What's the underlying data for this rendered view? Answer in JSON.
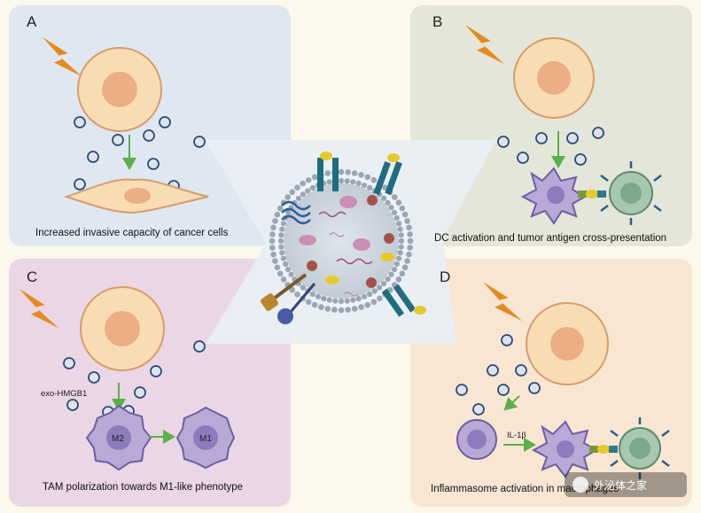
{
  "panels": {
    "a": {
      "label": "A",
      "caption": "Increased invasive capacity of cancer cells"
    },
    "b": {
      "label": "B",
      "caption": "DC activation and  tumor antigen cross-presentation"
    },
    "c": {
      "label": "C",
      "caption": "TAM polarization  towards  M1-like phenotype",
      "exo_label": "exo-HMGB1",
      "m2_label": "M2",
      "m1_label": "M1"
    },
    "d": {
      "label": "D",
      "caption": "Inflammasome activation in macrophages",
      "il_label": "IL-1β"
    }
  },
  "watermark": {
    "text": "外泌体之家"
  },
  "colors": {
    "panel_a_bg": "#dfe8f1",
    "panel_b_bg": "#e3e6d8",
    "panel_c_bg": "#ead6e5",
    "panel_d_bg": "#f8e6d3",
    "arrow_green": "#5bb04a",
    "lightning": "#e58a1f",
    "cell_body": "#f8ddb4",
    "nucleus": "#ecae84",
    "dc_purple": "#b9a9d6",
    "t_cell_green": "#a8c7b0",
    "vesicle_inner": "#cbd5df"
  }
}
